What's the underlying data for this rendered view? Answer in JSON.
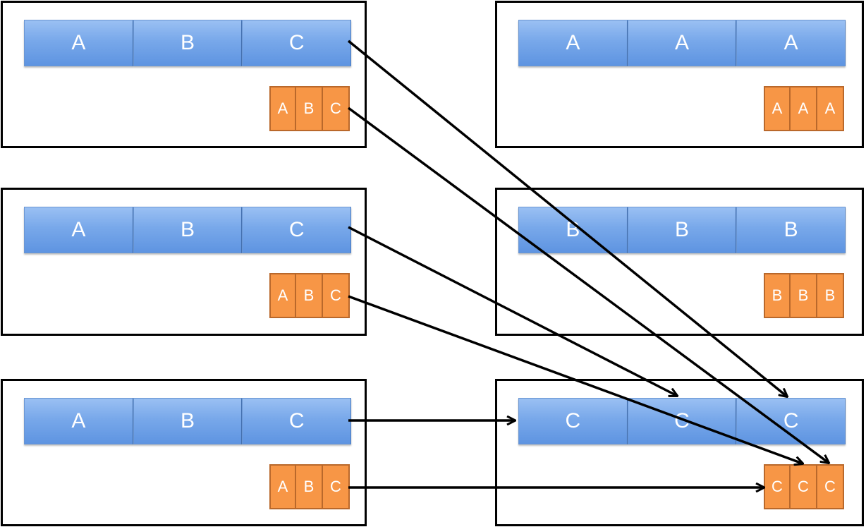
{
  "colors": {
    "block_blue": "#79a9eb",
    "chip_orange": "#f79646",
    "arrow": "#000000"
  },
  "panels": {
    "left_top": {
      "blocks": [
        "A",
        "B",
        "C"
      ],
      "chips": [
        "A",
        "B",
        "C"
      ]
    },
    "left_mid": {
      "blocks": [
        "A",
        "B",
        "C"
      ],
      "chips": [
        "A",
        "B",
        "C"
      ]
    },
    "left_bot": {
      "blocks": [
        "A",
        "B",
        "C"
      ],
      "chips": [
        "A",
        "B",
        "C"
      ]
    },
    "right_top": {
      "blocks": [
        "A",
        "A",
        "A"
      ],
      "chips": [
        "A",
        "A",
        "A"
      ]
    },
    "right_mid": {
      "blocks": [
        "B",
        "B",
        "B"
      ],
      "chips": [
        "B",
        "B",
        "B"
      ]
    },
    "right_bot": {
      "blocks": [
        "C",
        "C",
        "C"
      ],
      "chips": [
        "C",
        "C",
        "C"
      ]
    }
  }
}
